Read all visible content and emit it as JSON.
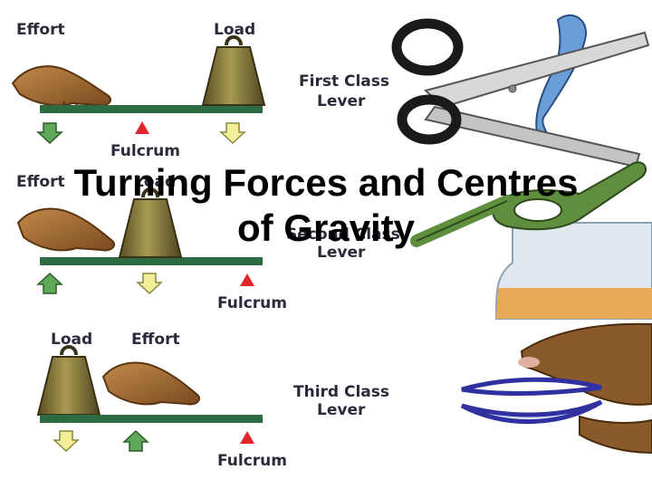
{
  "slide": {
    "title_line_1": "Turning Forces and Centres",
    "title_line_2": "of Gravity"
  },
  "levers": [
    {
      "class_label_line_1": "First Class",
      "class_label_line_2": "Lever",
      "label_a": "Effort",
      "label_b": "Load",
      "fulcrum_label": "Fulcrum"
    },
    {
      "class_label_line_1": "Second Class",
      "class_label_line_2": "Lever",
      "label_a": "Effort",
      "label_b": "Load",
      "fulcrum_label": "Fulcrum"
    },
    {
      "class_label_line_1": "Third Class",
      "class_label_line_2": "Lever",
      "label_a": "Load",
      "label_b": "Effort",
      "fulcrum_label": "Fulcrum"
    }
  ],
  "colors": {
    "beam": "#2e6b44",
    "fulcrum": "#e0242c",
    "arrow_green": "#5fa85a",
    "arrow_yellow": "#f2ee9a",
    "weight": "#8a7a3a",
    "hand": "#a8703a",
    "scissors_handle": "#1a1a1a",
    "opener": "#5e8e3e",
    "tongs": "#3030a0"
  },
  "icons": [
    "hand-icon",
    "weight-icon",
    "fulcrum-icon",
    "arrow-down-icon",
    "arrow-up-icon",
    "scissors-icon",
    "bottle-opener-icon",
    "tongs-icon"
  ]
}
